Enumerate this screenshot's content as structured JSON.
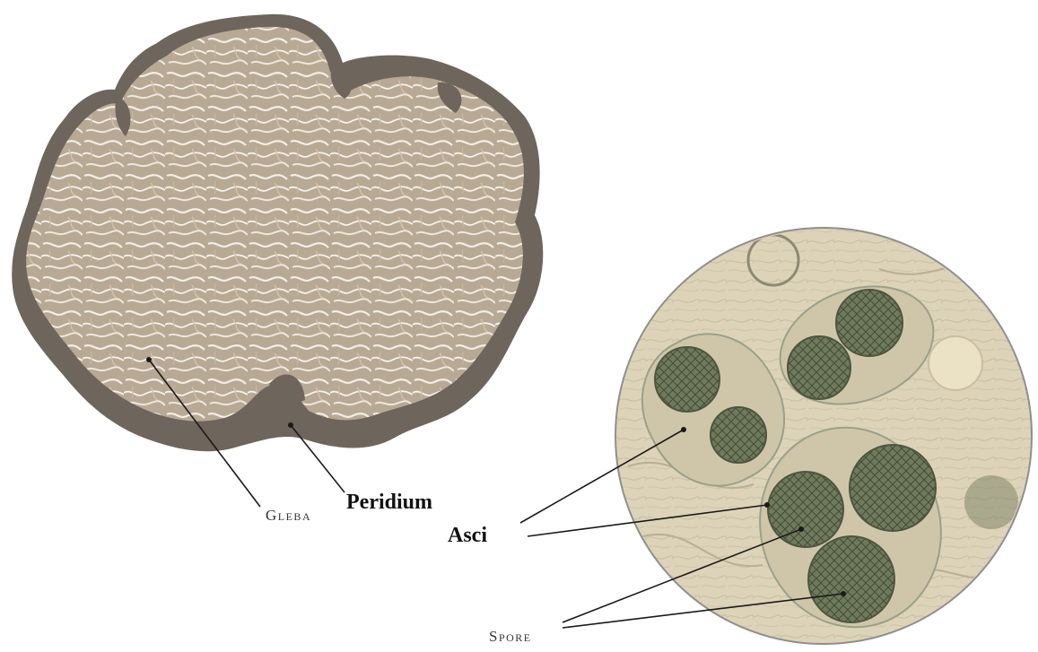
{
  "labels": {
    "gleba": "Gleba",
    "peridium": "Peridium",
    "asci": "Asci",
    "spore": "Spore"
  },
  "colors": {
    "background": "#ffffff",
    "peridium_dark": "#6e655c",
    "gleba_flesh": "#b7a894",
    "gleba_veins": "#f4efe8",
    "micro_bg": "#ddd3b8",
    "spore_fill": "#6f7a5c",
    "ascus_wall": "#9aa08a",
    "leader_line": "#1a1a1a"
  },
  "icons": [
    "truffle-cross-section-illustration",
    "microscope-view-illustration"
  ]
}
